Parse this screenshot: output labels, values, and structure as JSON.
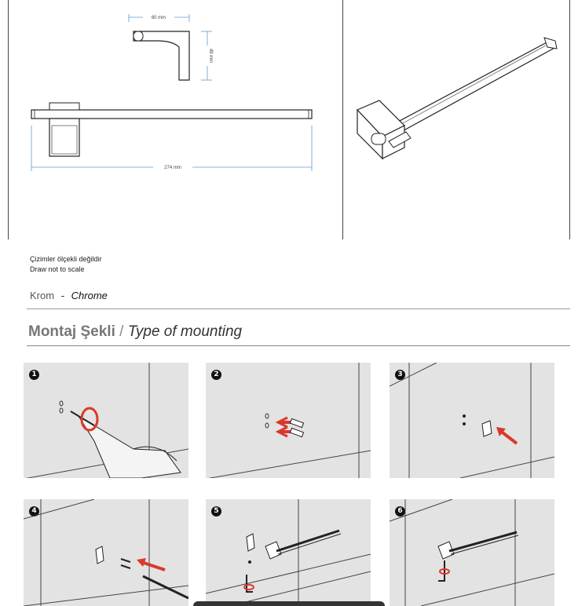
{
  "drawing": {
    "dim_width": "60 mm",
    "dim_height": "49 mm",
    "dim_length": "274 mm"
  },
  "notes": {
    "line1": "Çizimler ölçekli değildir",
    "line2": "Draw not to scale"
  },
  "finish": {
    "tr": "Krom",
    "sep": "-",
    "en": "Chrome"
  },
  "mounting": {
    "title_tr": "Montaj Şekli",
    "sep": "/",
    "title_en": "Type of mounting",
    "steps": [
      {
        "number": "1",
        "icon": "drill-icon"
      },
      {
        "number": "2",
        "icon": "wall-plug-icon"
      },
      {
        "number": "3",
        "icon": "wall-bracket-icon"
      },
      {
        "number": "4",
        "icon": "hex-key-icon"
      },
      {
        "number": "5",
        "icon": "towel-bar-icon"
      },
      {
        "number": "6",
        "icon": "hex-key-icon"
      }
    ]
  },
  "colors": {
    "arrow": "#d9392b",
    "panel": "#e3e3e3",
    "dimension": "#5b9bd5"
  }
}
